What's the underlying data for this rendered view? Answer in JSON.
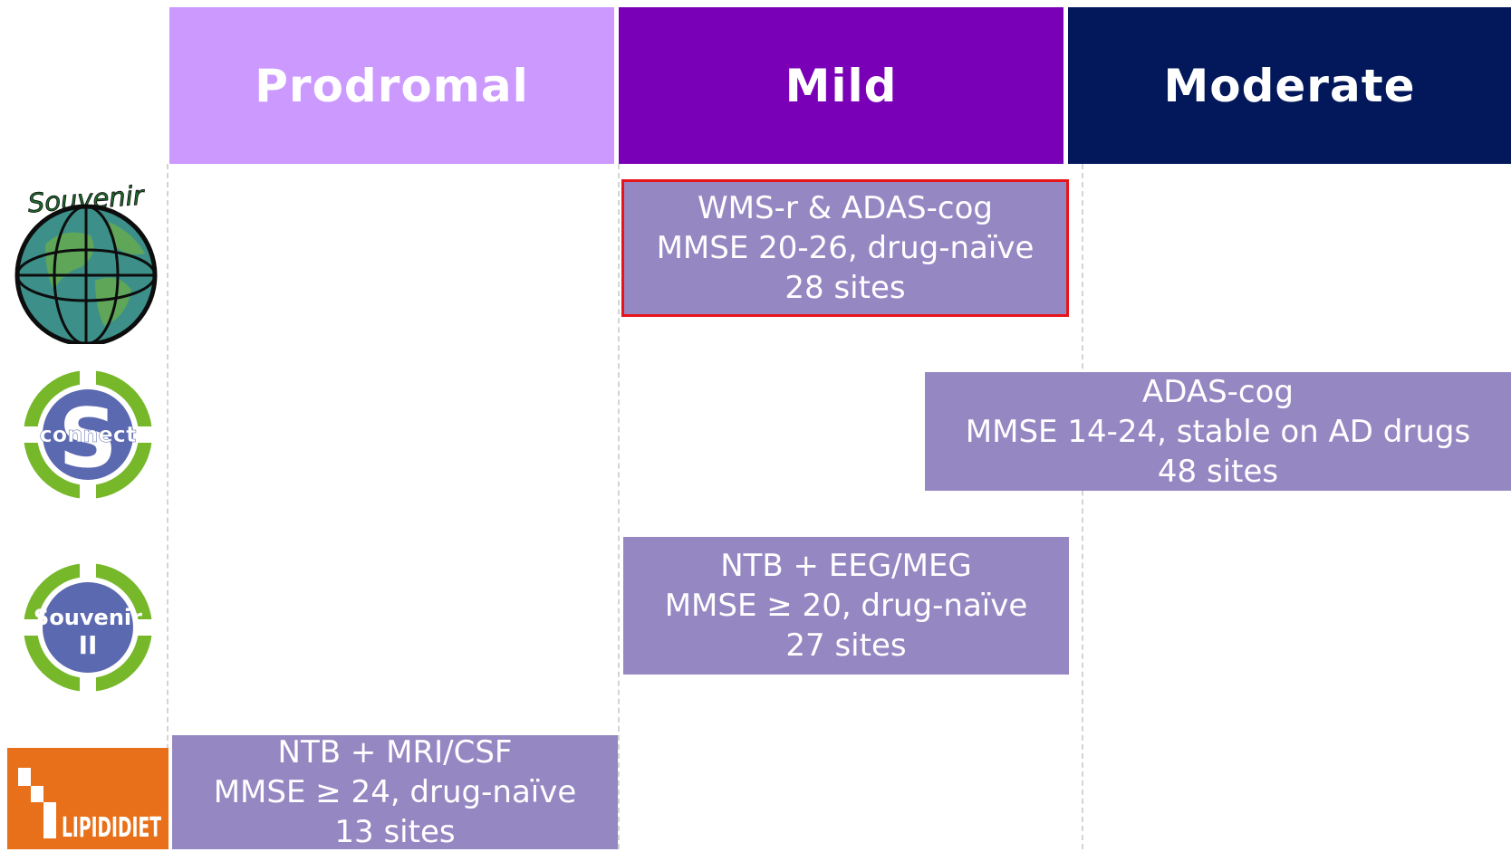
{
  "columns": [
    {
      "label": "Prodromal",
      "color": "#cc99ff"
    },
    {
      "label": "Mild",
      "color": "#7a00b8"
    },
    {
      "label": "Moderate",
      "color": "#02185a"
    }
  ],
  "trials": [
    {
      "logo": "Souvenir",
      "lines": [
        "WMS-r & ADAS-cog",
        "MMSE 20-26, drug-naïve",
        "28 sites"
      ],
      "stage": "Mild",
      "highlighted": true
    },
    {
      "logo": "connect",
      "lines": [
        "ADAS-cog",
        "MMSE 14-24, stable on AD drugs",
        "48 sites"
      ],
      "stage": "Mild–Moderate"
    },
    {
      "logo": "Souvenir II",
      "lines": [
        "NTB + EEG/MEG",
        "MMSE ≥ 20, drug-naïve",
        "27 sites"
      ],
      "stage": "Mild"
    },
    {
      "logo": "LIPIDIDIET",
      "lines": [
        "NTB + MRI/CSF",
        "MMSE ≥ 24, drug-naïve",
        "13 sites"
      ],
      "stage": "Prodromal"
    }
  ],
  "logos": {
    "souvenir_text": "Souvenir",
    "connect_text": "connect",
    "connect_letter": "S",
    "souvenir2_text": "Souvenir",
    "souvenir2_numeral": "II",
    "lipididiet_text": "LIPIDIDIET"
  },
  "colors": {
    "box": "#9587c2",
    "highlight_border": "#e8141c",
    "logo_green": "#77b82a",
    "logo_blue": "#5b69b0",
    "lipididiet_orange": "#e8701a"
  }
}
